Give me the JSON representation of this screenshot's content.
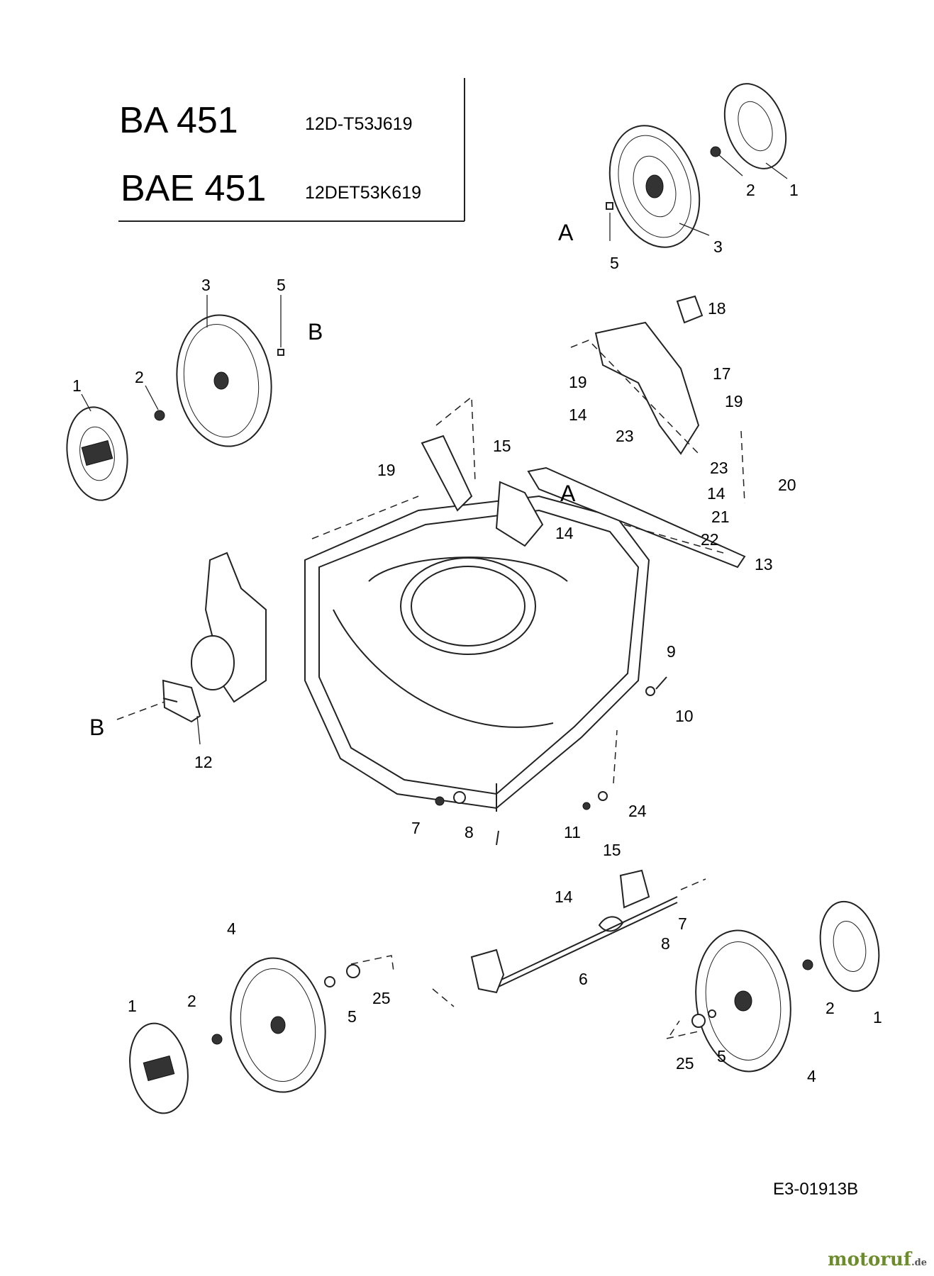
{
  "title_block": {
    "models": [
      {
        "name": "BA 451",
        "code": "12D-T53J619"
      },
      {
        "name": "BAE 451",
        "code": "12DET53K619"
      }
    ]
  },
  "callouts": [
    "1",
    "2",
    "3",
    "5",
    "1",
    "2",
    "3",
    "5",
    "18",
    "17",
    "19",
    "19",
    "14",
    "15",
    "19",
    "23",
    "23",
    "20",
    "14",
    "21",
    "22",
    "14",
    "13",
    "9",
    "10",
    "12",
    "7",
    "8",
    "11",
    "24",
    "15",
    "14",
    "7",
    "8",
    "6",
    "4",
    "1",
    "2",
    "5",
    "25",
    "4",
    "1",
    "2",
    "25",
    "5"
  ],
  "ref_letters": [
    "A",
    "A",
    "B",
    "B"
  ],
  "doc_number": "E3-01913B",
  "watermark": {
    "main": "motoruf",
    "tld": ".de"
  }
}
